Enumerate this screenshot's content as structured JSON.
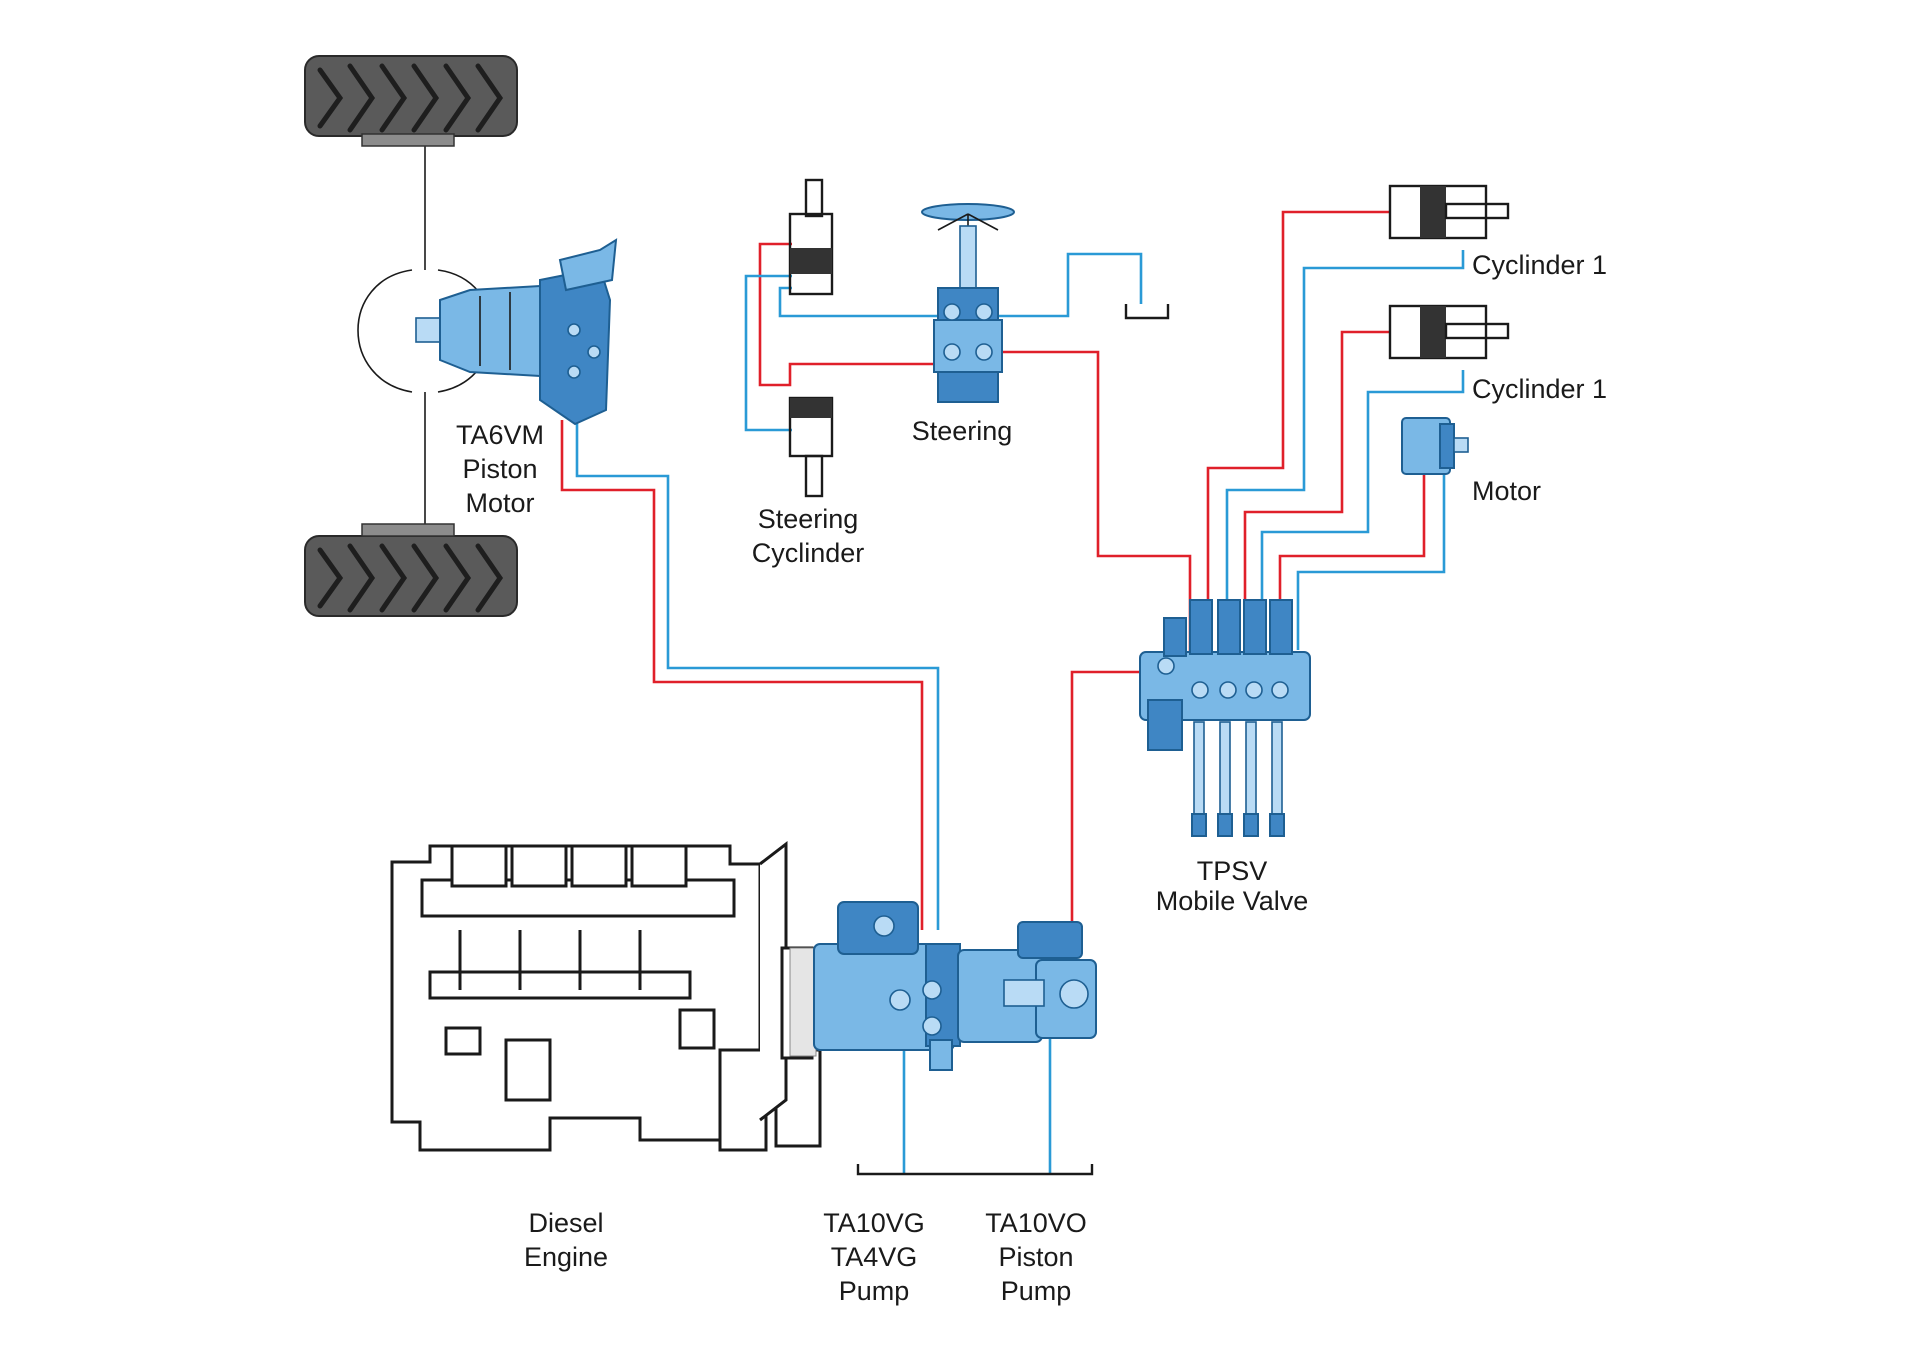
{
  "labels": {
    "motor_line1": "TA6VM",
    "motor_line2": "Piston",
    "motor_line3": "Motor",
    "steering": "Steering",
    "steering_cyl_line1": "Steering",
    "steering_cyl_line2": "Cyclinder",
    "cylinder_a": "Cyclinder 1",
    "cylinder_b": "Cyclinder 1",
    "motor_small": "Motor",
    "valve_line1": "TPSV",
    "valve_line2": "Mobile Valve",
    "engine_line1": "Diesel",
    "engine_line2": "Engine",
    "pump1_line1": "TA10VG",
    "pump1_line2": "TA4VG",
    "pump1_line3": "Pump",
    "pump2_line1": "TA10VO",
    "pump2_line2": "Piston",
    "pump2_line3": "Pump"
  },
  "colors": {
    "pressure_line": "#e0202a",
    "return_line": "#2a9ad6",
    "component_blue": "#7ab8e6"
  }
}
